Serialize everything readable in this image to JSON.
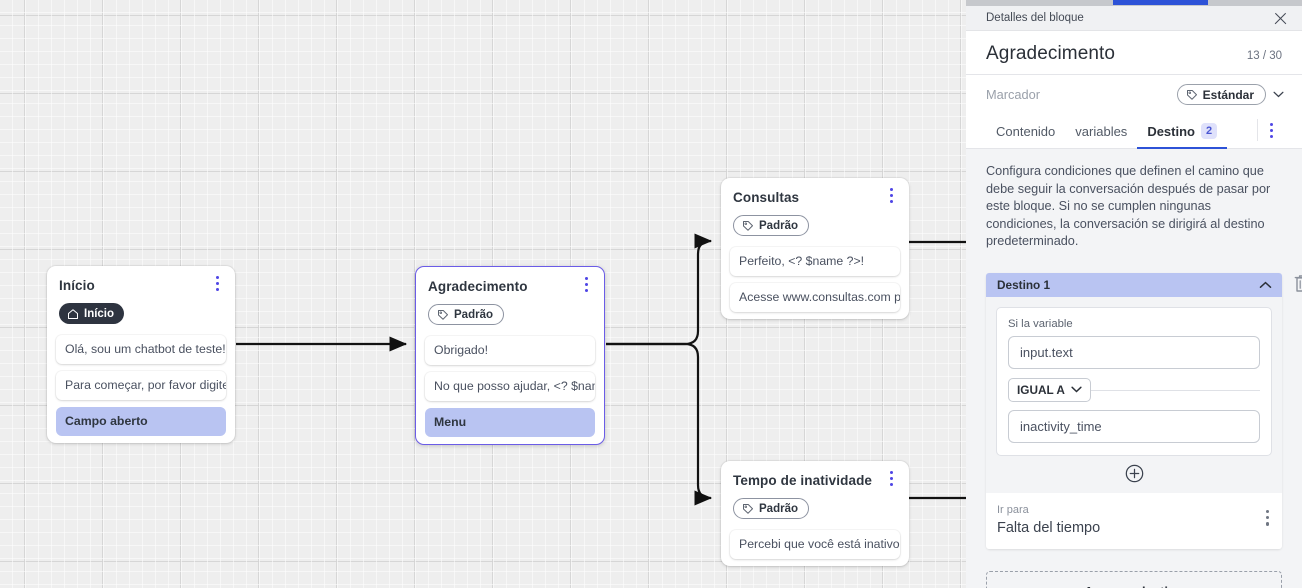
{
  "canvas": {
    "nodes": [
      {
        "id": "inicio",
        "title": "Início",
        "tag": "Início",
        "tag_icon": "home-icon",
        "messages": [
          {
            "text": "Olá, sou um chatbot de teste!",
            "highlight": false
          },
          {
            "text": "Para começar, por favor digite o ...",
            "highlight": false
          },
          {
            "text": "Campo aberto",
            "highlight": true
          }
        ]
      },
      {
        "id": "agradecimento",
        "title": "Agradecimento",
        "tag": "Padrão",
        "tag_icon": "tag-icon",
        "messages": [
          {
            "text": "Obrigado!",
            "highlight": false
          },
          {
            "text": "No que posso ajudar, <? $name ...",
            "highlight": false
          },
          {
            "text": "Menu",
            "highlight": true
          }
        ]
      },
      {
        "id": "consultas",
        "title": "Consultas",
        "tag": "Padrão",
        "tag_icon": "tag-icon",
        "messages": [
          {
            "text": "Perfeito, <? $name ?>!",
            "highlight": false
          },
          {
            "text": "Acesse www.consultas.com par...",
            "highlight": false
          }
        ]
      },
      {
        "id": "inatividade",
        "title": "Tempo de inatividade",
        "tag": "Padrão",
        "tag_icon": "tag-icon",
        "messages": [
          {
            "text": "Percebi que você está inativo. C...",
            "highlight": false
          }
        ]
      }
    ]
  },
  "panel": {
    "header_title": "Detalles del bloque",
    "close_icon": "close-icon",
    "block_title": "Agradecimento",
    "char_count": "13 / 30",
    "marker_label": "Marcador",
    "marker_value": "Estándar",
    "marker_icon": "tag-icon",
    "marker_chevron": "chevron-down-icon",
    "tabs": [
      {
        "label": "Contenido",
        "badge": "",
        "active": false
      },
      {
        "label": "variables",
        "badge": "",
        "active": false
      },
      {
        "label": "Destino",
        "badge": "2",
        "active": true
      }
    ],
    "overflow_icon": "kebab-icon",
    "description": "Configura condiciones que definen el camino que debe seguir la conversación después de pasar por este bloque. Si no se cumplen ningunas condiciones, la conversación se dirigirá al destino predeterminado.",
    "destination": {
      "header_label": "Destino 1",
      "collapse_icon": "chevron-up-icon",
      "delete_icon": "trash-icon",
      "condition_caption": "Si la variable",
      "variable_value": "input.text",
      "operator": "IGUAL A",
      "operator_icon": "chevron-down-icon",
      "compare_value": "inactivity_time",
      "add_condition_icon": "plus-circle-icon",
      "goto_caption": "Ir para",
      "goto_value": "Falta del tiempo",
      "goto_menu_icon": "kebab-icon"
    },
    "add_destination_label": "Agregar destino"
  },
  "colors": {
    "accent": "#2d52d7",
    "highlight": "#b9c4f2",
    "selected_border": "#6b5ce7",
    "canvas_bg": "#eeeeee",
    "panel_bg": "#f3f4f6"
  }
}
